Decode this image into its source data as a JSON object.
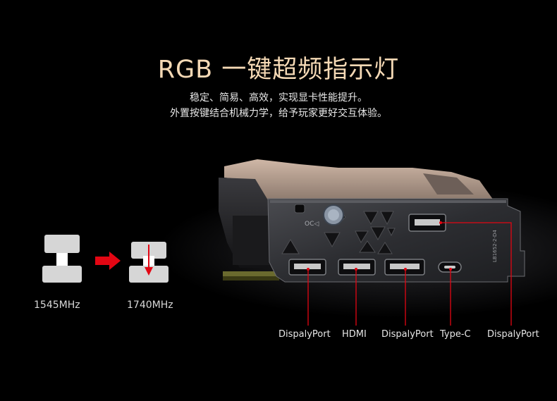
{
  "title": "RGB 一键超频指示灯",
  "subtitle_line1": "稳定、简易、高效，实现显卡性能提升。",
  "subtitle_line2": "外置按键结合机械力学，给予玩家更好交互体验。",
  "freq_before": "1545MHz",
  "freq_after": "1740MHz",
  "ports": [
    {
      "label": "DispalyPort"
    },
    {
      "label": "HDMI"
    },
    {
      "label": "DispalyPort"
    },
    {
      "label": "Type-C"
    },
    {
      "label": "DispalyPort"
    }
  ],
  "colors": {
    "accent_red": "#e30613",
    "title_gold": "#f5d9b5"
  }
}
